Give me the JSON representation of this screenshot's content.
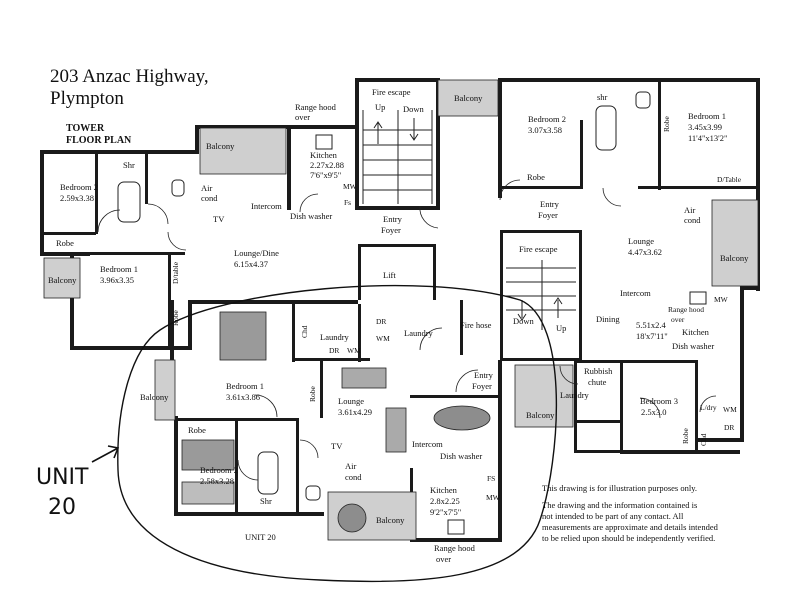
{
  "header": {
    "address_line1": "203 Anzac Highway,",
    "address_line2": "Plympton",
    "plan_line1": "TOWER",
    "plan_line2": "FLOOR PLAN"
  },
  "rooms": {
    "balcony_top_left": "Balcony",
    "bedroom2_left": "Bedroom 2",
    "bedroom2_left_size": "2.59x3.38",
    "shr_left": "Shr",
    "robe_left": "Robe",
    "balcony_left": "Balcony",
    "bedroom1_left": "Bedroom 1",
    "bedroom1_left_size": "3.96x3.35",
    "dtable_left": "D/table",
    "robe_left_vert": "Robe",
    "air_cond_left": "Air",
    "air_cond_left2": "cond",
    "tv_left": "TV",
    "intercom_left": "Intercom",
    "lounge_dine": "Lounge/Dine",
    "lounge_dine_size": "6.15x4.37",
    "kitchen_top": "Kitchen",
    "kitchen_top_size": "2.27x2.88",
    "kitchen_top_imperial": "7'6\"x9'5\"",
    "range_hood_top": "Range hood",
    "range_hood_top2": "over",
    "dish_washer_top": "Dish washer",
    "fs_top": "Fs",
    "mw_top": "MW",
    "fire_escape_top": "Fire escape",
    "up_top": "Up",
    "down_top": "Down",
    "balcony_top_mid": "Balcony",
    "entry_foyer_mid": "Entry",
    "entry_foyer_mid2": "Foyer",
    "lift": "Lift",
    "bedroom2_right": "Bedroom 2",
    "bedroom2_right_size": "3.07x3.58",
    "shr_right": "shr",
    "robe_right_top": "Robe",
    "bedroom1_right": "Bedroom 1",
    "bedroom1_right_size": "3.45x3.99",
    "bedroom1_right_imperial": "11'4\"x13'2\"",
    "robe_right_vert": "Robe",
    "dtable_right": "D/Table",
    "entry_foyer_right": "Entry",
    "entry_foyer_right2": "Foyer",
    "air_cond_right": "Air",
    "air_cond_right2": "cond",
    "lounge_right": "Lounge",
    "lounge_right_size": "4.47x3.62",
    "balcony_right": "Balcony",
    "fire_escape_right": "Fire escape",
    "down_right": "Down",
    "up_right": "Up",
    "intercom_right": "Intercom",
    "range_hood_right": "Range hood",
    "range_hood_right2": "over",
    "mw_right": "MW",
    "dining": "Dining",
    "kitchen_right_size": "5.51x2.4",
    "kitchen_right_imperial": "18'x7'11\"",
    "kitchen_right": "Kitchen",
    "dish_washer_right": "Dish washer",
    "rubbish_chute": "Rubbish",
    "rubbish_chute2": "chute",
    "laundry_right": "Laundry",
    "balcony_bottom_right": "Balcony",
    "bedroom3": "Bedroom 3",
    "bedroom3_size": "2.5x3.0",
    "ldry": "L/dry",
    "robe_b3": "Robe",
    "chd_b3": "Chd",
    "wm_right": "WM",
    "dr_right": "DR",
    "chd_unit20": "Chd",
    "laundry_unit20": "Laundry",
    "dr_unit20a": "DR",
    "wm_unit20a": "WM",
    "dr_unit20b": "DR",
    "wm_unit20b": "WM",
    "laundry_centre": "Laundry",
    "fire_hose": "Fire hose",
    "entry_foyer_u20": "Entry",
    "entry_foyer_u20_2": "Foyer",
    "bedroom1_u20": "Bedroom 1",
    "bedroom1_u20_size": "3.61x3.86",
    "robe_u20_vert": "Robe",
    "balcony_u20_left": "Balcony",
    "lounge_u20": "Lounge",
    "lounge_u20_size": "3.61x4.29",
    "robe_u20": "Robe",
    "bedroom2_u20": "Bedroom 2",
    "bedroom2_u20_size": "2.58x3.28",
    "shr_u20": "Shr",
    "tv_u20": "TV",
    "air_cond_u20": "Air",
    "air_cond_u20_2": "cond",
    "intercom_u20": "Intercom",
    "dish_washer_u20": "Dish washer",
    "kitchen_u20": "Kitchen",
    "kitchen_u20_size": "2.8x2.25",
    "kitchen_u20_imperial": "9'2\"x7'5\"",
    "fs_u20": "FS",
    "mw_u20": "MW",
    "balcony_u20_bottom": "Balcony",
    "unit20_label": "UNIT 20",
    "range_hood_u20": "Range hood",
    "range_hood_u20_2": "over"
  },
  "annotation": {
    "hand_line1": "UNIT",
    "hand_line2": "20"
  },
  "disclaimer": {
    "line1": "This drawing is for illustration purposes only.",
    "line2": "The drawing and the information contained is",
    "line3": "not intended to be part of any contact.  All",
    "line4": "measurements are approximate and details intended",
    "line5": "to be relied upon should be independently verified."
  },
  "colors": {
    "wall": "#1a1a1a",
    "balcony_fill": "#cfcfcf",
    "paper": "#ffffff"
  }
}
